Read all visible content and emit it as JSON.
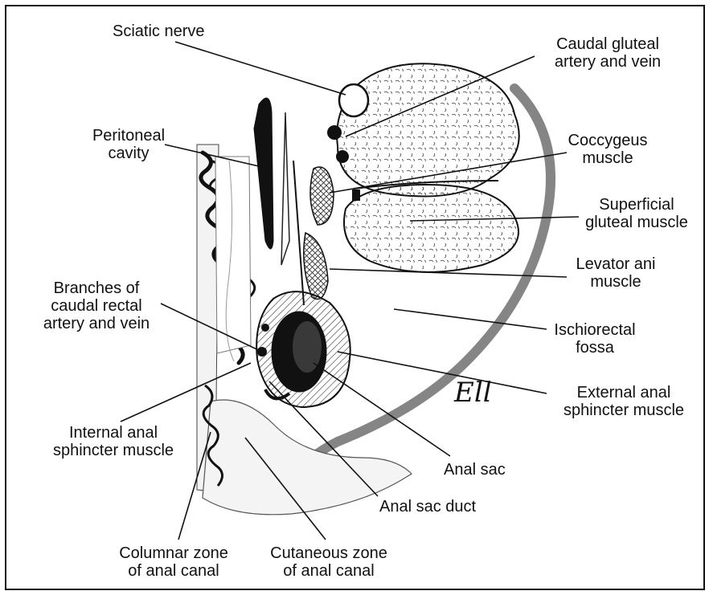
{
  "labels": {
    "sciatic_nerve": "Sciatic nerve",
    "caudal_gluteal_artery_vein": "Caudal gluteal\nartery and vein",
    "peritoneal_cavity": "Peritoneal\ncavity",
    "coccygeus_muscle": "Coccygeus\nmuscle",
    "superficial_gluteal_muscle": "Superficial\ngluteal muscle",
    "levator_ani_muscle": "Levator ani\nmuscle",
    "branches_caudal_rectal": "Branches of\ncaudal rectal\nartery and vein",
    "ischiorectal_fossa": "Ischiorectal\nfossa",
    "external_anal_sphincter": "External anal\nsphincter muscle",
    "internal_anal_sphincter": "Internal anal\nsphincter muscle",
    "anal_sac": "Anal sac",
    "anal_sac_duct": "Anal sac duct",
    "columnar_zone": "Columnar zone\nof anal canal",
    "cutaneous_zone": "Cutaneous zone\nof anal canal"
  },
  "artist_signature": "Ell",
  "colors": {
    "ink": "#111111",
    "muscle_fill": "#d8d8d8",
    "cavity": "#1a1a1a",
    "skin": "#eeeeee"
  }
}
